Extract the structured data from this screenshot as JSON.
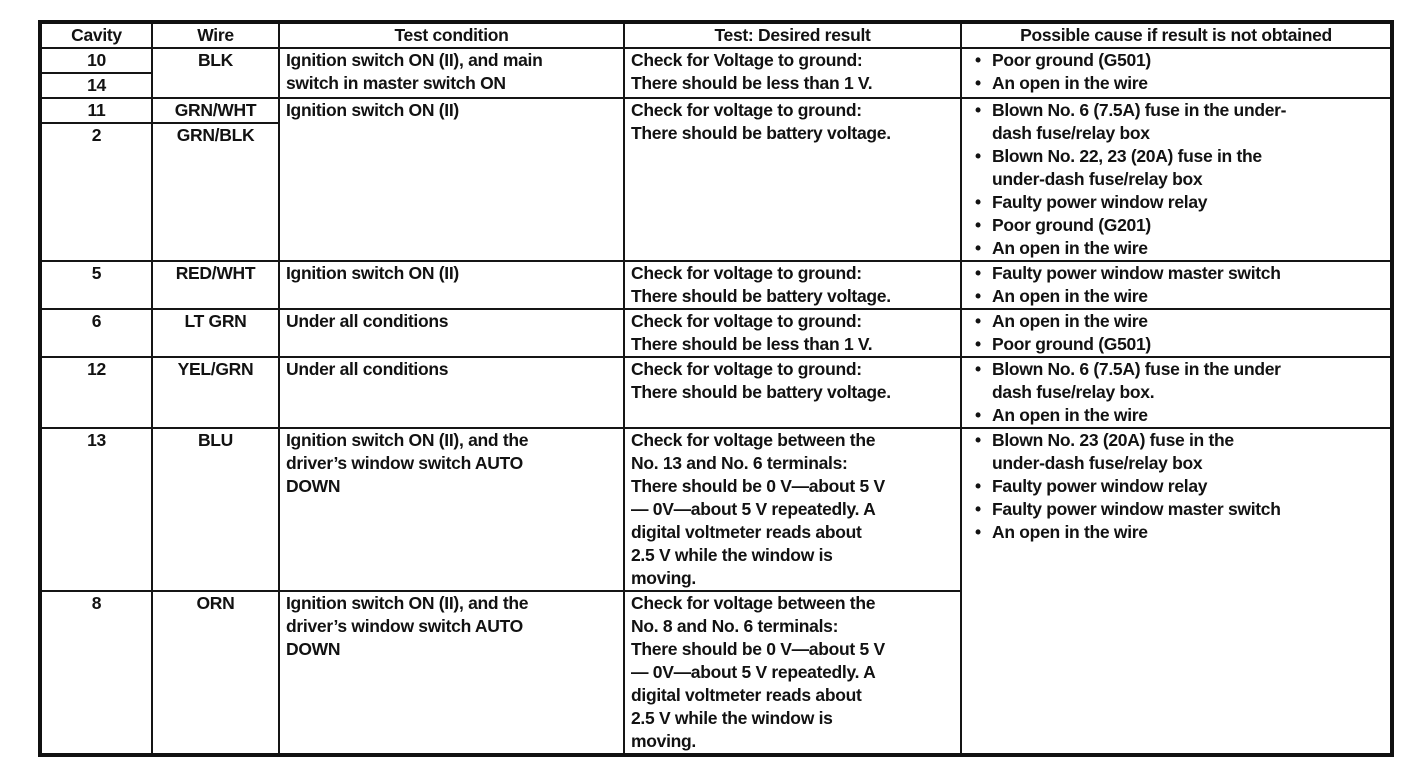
{
  "table": {
    "headers": {
      "cavity": "Cavity",
      "wire": "Wire",
      "condition": "Test condition",
      "result": "Test: Desired result",
      "cause": "Possible cause if result is not obtained"
    },
    "rows": [
      {
        "cavity_a": "10",
        "cavity_b": "14",
        "wire": "BLK",
        "condition": "Ignition switch ON (II), and main\nswitch in master switch ON",
        "result": "Check for Voltage to ground:\nThere should be less than 1 V.",
        "causes": [
          "Poor ground (G501)",
          "An open in the wire"
        ]
      },
      {
        "cavity_a": "11",
        "cavity_b": "2",
        "wire_a": "GRN/WHT",
        "wire_b": "GRN/BLK",
        "condition": "Ignition switch ON (II)",
        "result": "Check for voltage to ground:\nThere should be battery voltage.",
        "causes": [
          "Blown No. 6 (7.5A) fuse in the under-\ndash fuse/relay box",
          "Blown No. 22, 23 (20A) fuse in the\nunder-dash fuse/relay box",
          "Faulty power window relay",
          "Poor ground (G201)",
          "An open in the wire"
        ]
      },
      {
        "cavity": "5",
        "wire": "RED/WHT",
        "condition": "Ignition switch ON (II)",
        "result": "Check for voltage to ground:\nThere should be battery voltage.",
        "causes": [
          "Faulty power window master switch",
          "An open in the wire"
        ]
      },
      {
        "cavity": "6",
        "wire": "LT GRN",
        "condition": "Under all conditions",
        "result": "Check for voltage to ground:\nThere should be less than 1 V.",
        "causes": [
          "An open in the wire",
          "Poor ground (G501)"
        ]
      },
      {
        "cavity": "12",
        "wire": "YEL/GRN",
        "condition": "Under all conditions",
        "result": "Check for voltage to ground:\nThere should be battery voltage.",
        "causes": [
          "Blown No. 6 (7.5A) fuse in the under\ndash fuse/relay box.",
          "An open in the wire"
        ]
      },
      {
        "cavity": "13",
        "wire": "BLU",
        "condition": "Ignition switch ON (II), and the\ndriver’s window switch AUTO\nDOWN",
        "result": "Check for voltage between the\nNo. 13 and No. 6 terminals:\nThere should be 0 V—about 5 V\n— 0V—about 5 V repeatedly. A\ndigital voltmeter reads about\n2.5 V while the window is\nmoving.",
        "causes": [
          "Blown No. 23 (20A) fuse in the\nunder-dash fuse/relay box",
          "Faulty power window relay",
          "Faulty power window master switch",
          "An open in the wire"
        ]
      },
      {
        "cavity": "8",
        "wire": "ORN",
        "condition": "Ignition switch ON (II), and the\ndriver’s window switch AUTO\nDOWN",
        "result": "Check for voltage between the\nNo. 8 and No. 6 terminals:\nThere should be 0 V—about 5 V\n— 0V—about 5 V repeatedly. A\ndigital voltmeter reads about\n2.5 V while the window is\nmoving."
      }
    ]
  }
}
